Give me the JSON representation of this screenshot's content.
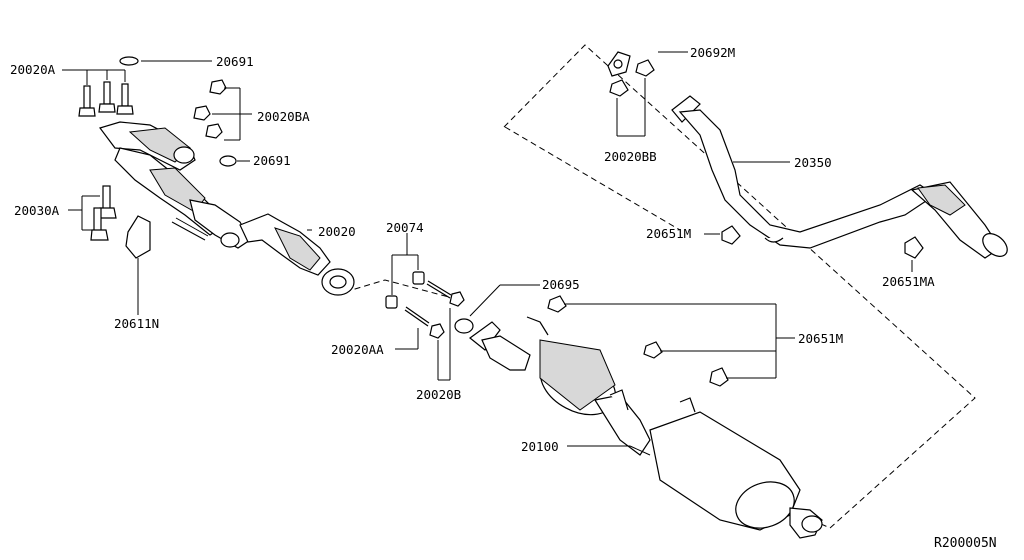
{
  "diagram": {
    "reference_code": "R200005N",
    "labels": {
      "p20020A": "20020A",
      "p20691_top": "20691",
      "p20020BA": "20020BA",
      "p20691_mid": "20691",
      "p20030A": "20030A",
      "p20020": "20020",
      "p20611N": "20611N",
      "p20074": "20074",
      "p20020AA": "20020AA",
      "p20020B": "20020B",
      "p20695": "20695",
      "p20100": "20100",
      "p20651M_right": "20651M",
      "p20692M": "20692M",
      "p20020BB": "20020BB",
      "p20350": "20350",
      "p20651M_upper": "20651M",
      "p20651MA": "20651MA"
    }
  }
}
